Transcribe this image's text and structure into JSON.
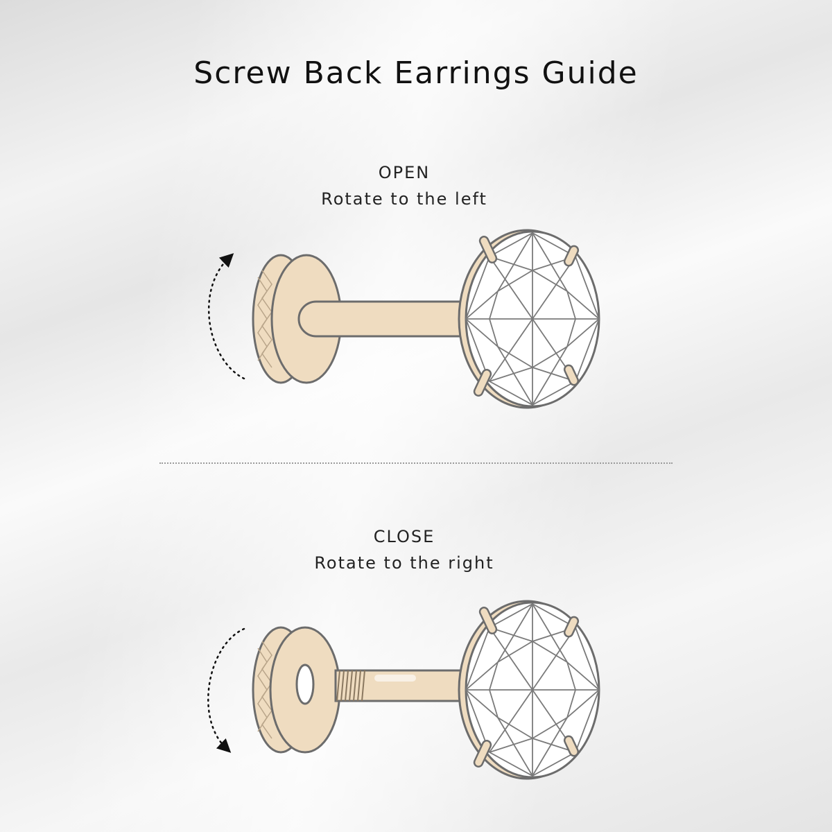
{
  "title": "Screw Back Earrings Guide",
  "open": {
    "heading": "OPEN",
    "instruction": "Rotate to the left"
  },
  "close": {
    "heading": "CLOSE",
    "instruction": "Rotate to the right"
  },
  "colors": {
    "gold": "#efdcc0",
    "outline": "#6c6c6c",
    "stone": "#ffffff"
  },
  "icons": [
    "rotate-counterclockwise-arrow-icon",
    "rotate-clockwise-arrow-icon",
    "earring-back-icon",
    "gemstone-icon"
  ]
}
